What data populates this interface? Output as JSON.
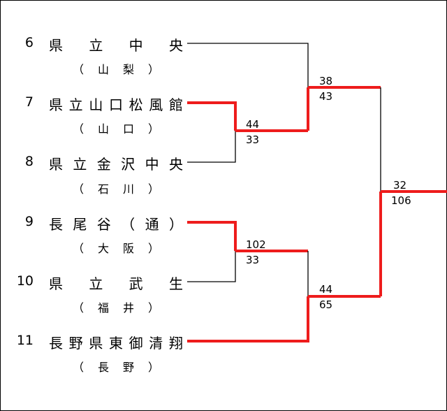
{
  "teams": [
    {
      "seed": "6",
      "name": "県立中央",
      "pref": "（山梨）",
      "winner": false
    },
    {
      "seed": "7",
      "name": "県立山口松風館",
      "pref": "（山口）",
      "winner": true
    },
    {
      "seed": "8",
      "name": "県立金沢中央",
      "pref": "（石川）",
      "winner": false
    },
    {
      "seed": "9",
      "name": "長尾谷（通）",
      "pref": "（大阪）",
      "winner": true
    },
    {
      "seed": "10",
      "name": "県立武生",
      "pref": "（福井）",
      "winner": false
    },
    {
      "seed": "11",
      "name": "長野県東御清翔",
      "pref": "（長野）",
      "winner": true
    }
  ],
  "matches": [
    {
      "id": "m7v8",
      "top_score": "44",
      "bottom_score": "33"
    },
    {
      "id": "m9v10",
      "top_score": "102",
      "bottom_score": "33"
    },
    {
      "id": "m6vW",
      "top_score": "38",
      "bottom_score": "43"
    },
    {
      "id": "mWv11",
      "top_score": "44",
      "bottom_score": "65"
    },
    {
      "id": "semi",
      "top_score": "32",
      "bottom_score": "106"
    }
  ],
  "colors": {
    "winner_line": "#ee1c1c",
    "loser_line": "#000000"
  }
}
